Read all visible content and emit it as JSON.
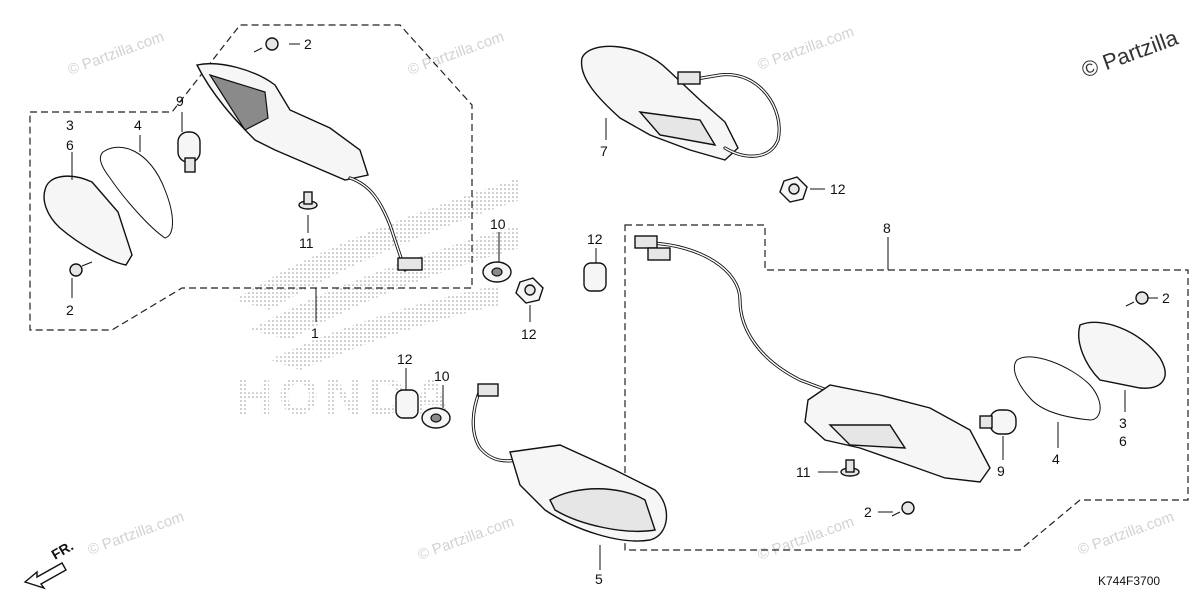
{
  "watermark_text": "© Partzilla.com",
  "brand_corner": "© Partzilla",
  "honda_bg": "HONDA",
  "direction": "FR.",
  "diagram_code": "K744F3700",
  "callouts": {
    "l1": "1",
    "l2a": "2",
    "l2b": "2",
    "l3": "3",
    "l6": "6",
    "l4": "4",
    "l9": "9",
    "l11": "11",
    "l10a": "10",
    "l12a": "12",
    "l12b": "12",
    "l12c": "12",
    "l10b": "10",
    "l7": "7",
    "l12d": "12",
    "l8": "8",
    "l2c": "2",
    "l3r": "3",
    "l6r": "6",
    "l4r": "4",
    "l9r": "9",
    "l11r": "11",
    "l2d": "2",
    "l5": "5"
  }
}
